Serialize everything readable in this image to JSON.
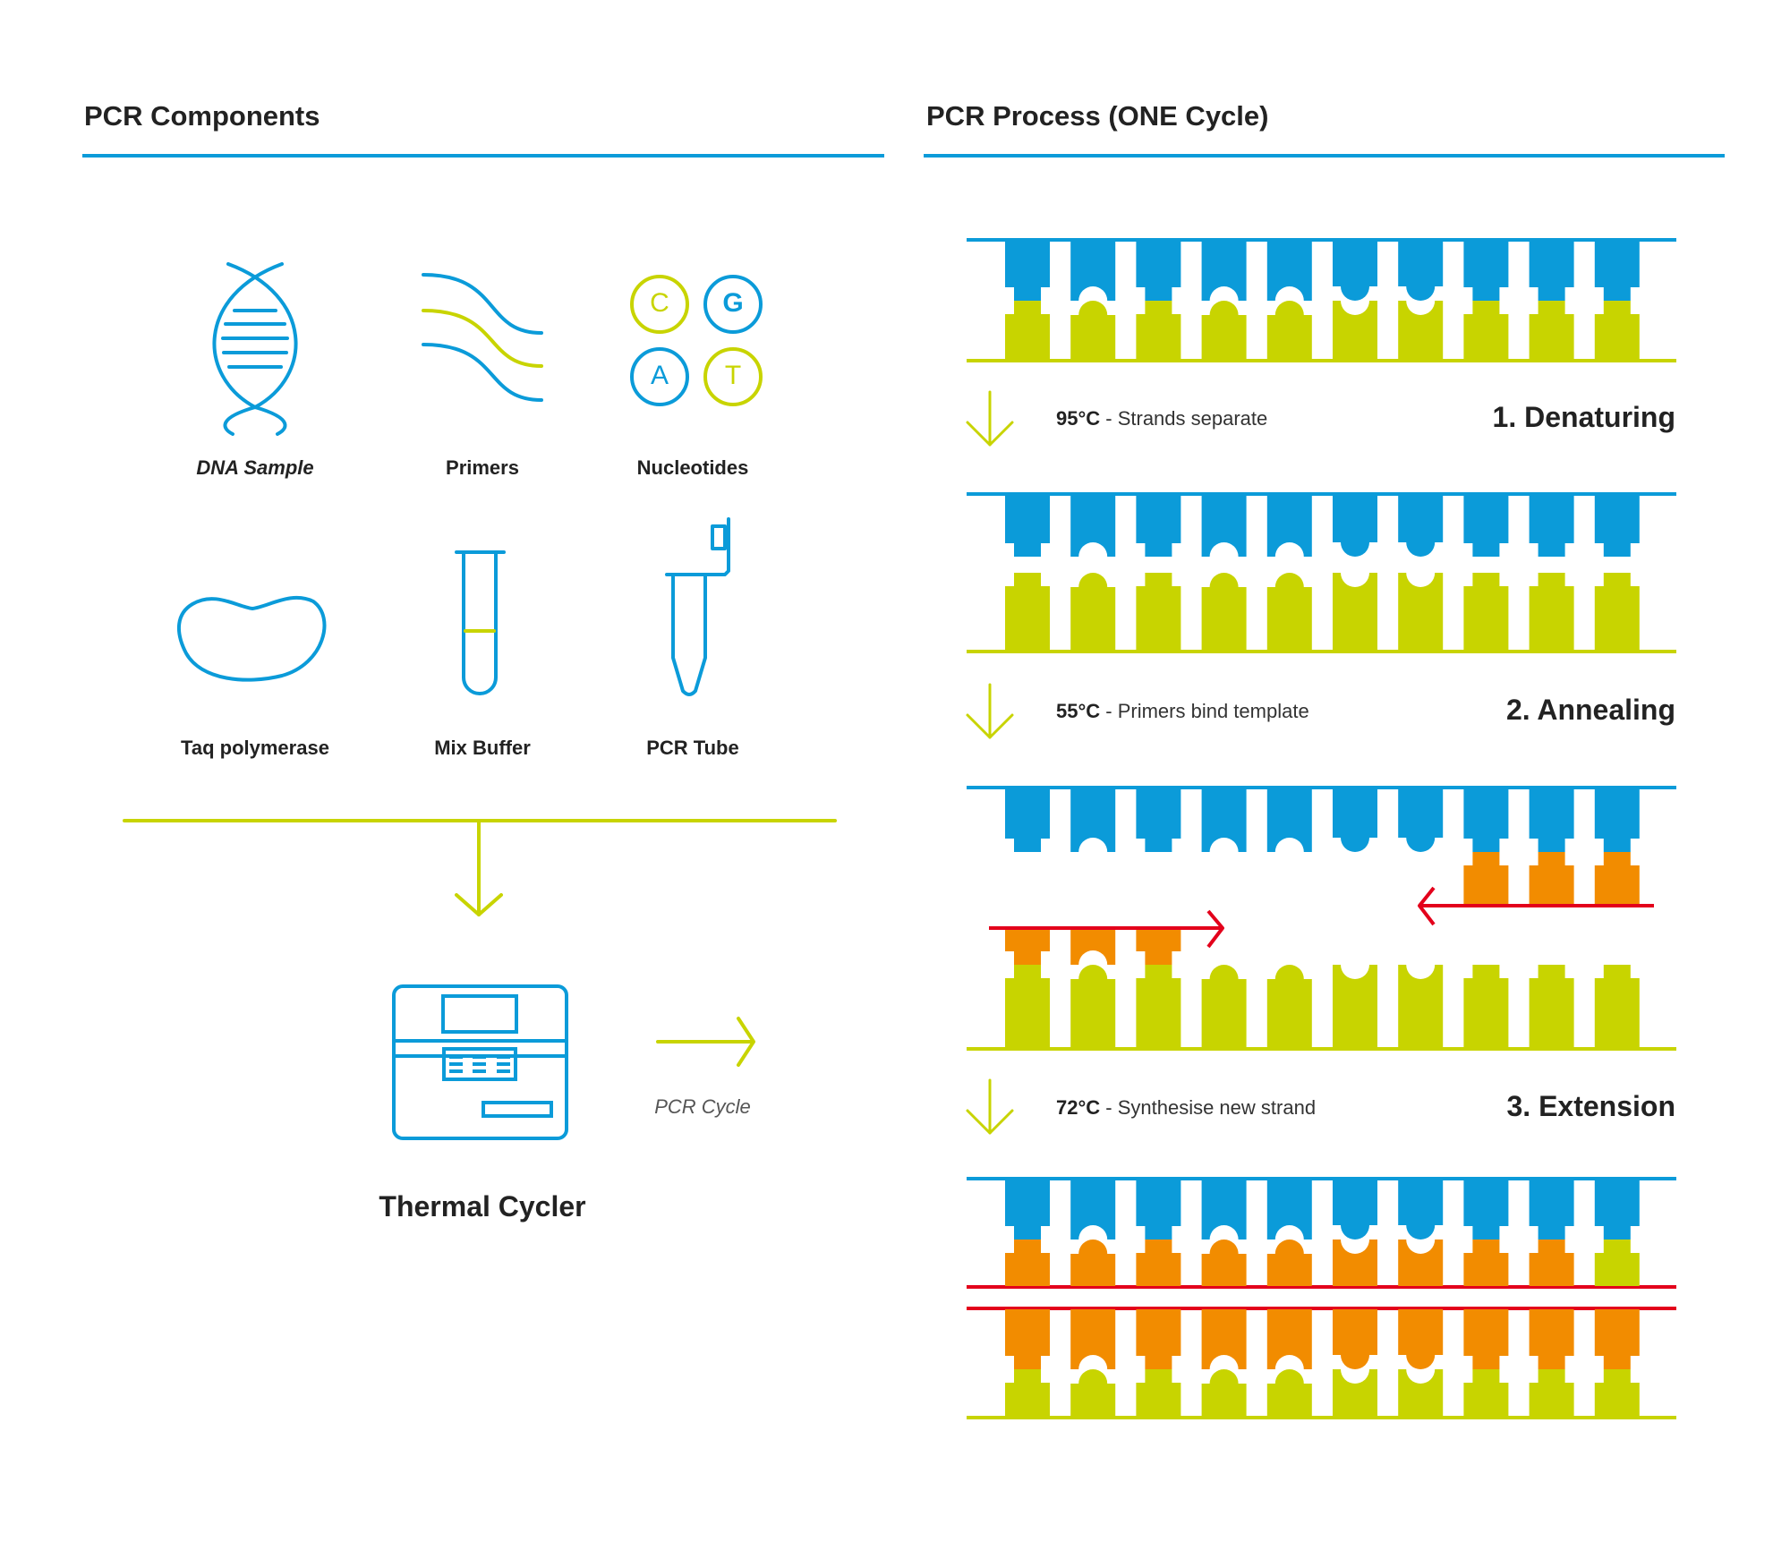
{
  "colors": {
    "blue": "#0b9bd9",
    "green": "#c8d400",
    "orange": "#f28c00",
    "red": "#e3001b"
  },
  "left": {
    "title": "PCR Components",
    "components": [
      {
        "label": "DNA Sample",
        "icon": "dna-helix-icon"
      },
      {
        "label": "Primers",
        "icon": "primers-icon"
      },
      {
        "label": "Nucleotides",
        "icon": "nucleotides-icon"
      },
      {
        "label": "Taq polymerase",
        "icon": "taq-polymerase-icon"
      },
      {
        "label": "Mix Buffer",
        "icon": "test-tube-icon"
      },
      {
        "label": "PCR Tube",
        "icon": "pcr-tube-icon"
      }
    ],
    "nucleotides": [
      "C",
      "G",
      "A",
      "T"
    ],
    "thermal_cycler": "Thermal Cycler",
    "pcr_cycle": "PCR Cycle"
  },
  "right": {
    "title": "PCR Process (ONE Cycle)",
    "steps": [
      {
        "temp": "95°C",
        "desc": " - Strands separate",
        "name": "1. Denaturing"
      },
      {
        "temp": "55°C",
        "desc": " - Primers bind template",
        "name": "2. Annealing"
      },
      {
        "temp": "72°C",
        "desc": " - Synthesise new strand",
        "name": "3. Extension"
      }
    ]
  }
}
